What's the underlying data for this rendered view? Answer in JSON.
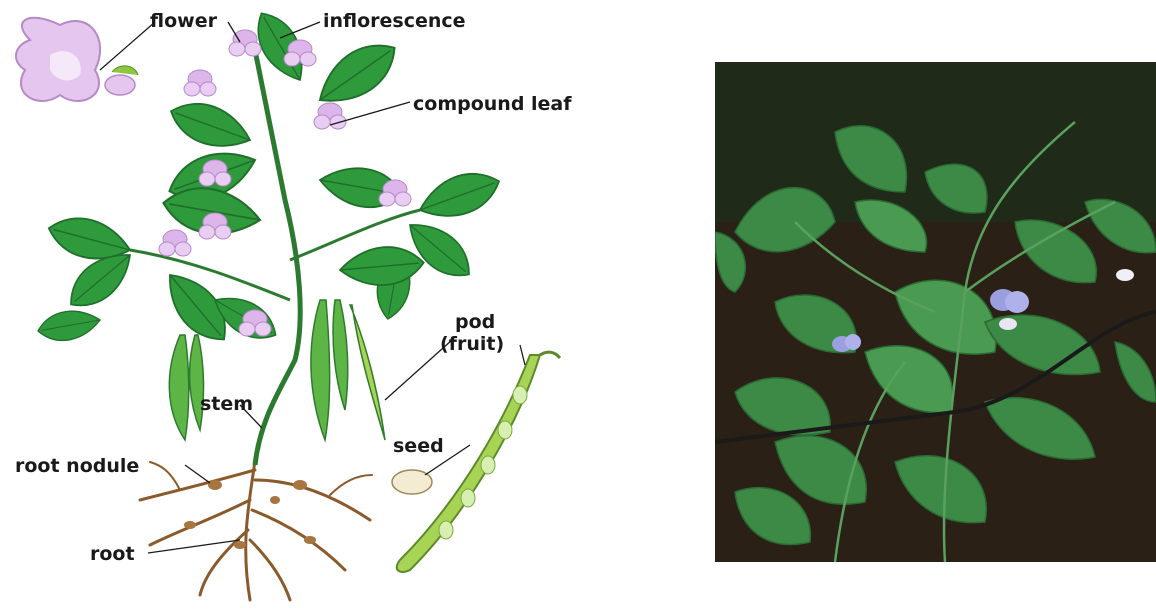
{
  "diagram": {
    "labels": {
      "flower": "flower",
      "inflorescence": "inflorescence",
      "compound_leaf": "compound leaf",
      "pod_fruit_line1": "pod",
      "pod_fruit_line2": "(fruit)",
      "stem": "stem",
      "seed": "seed",
      "root_nodule": "root nodule",
      "root": "root"
    }
  },
  "colors": {
    "leaf": "#2f9a3c",
    "leaf_dark": "#1f6f2a",
    "flower": "#d9b3e6",
    "pod": "#9ccc45",
    "root": "#8b5a2b",
    "label": "#1a1a1a"
  }
}
